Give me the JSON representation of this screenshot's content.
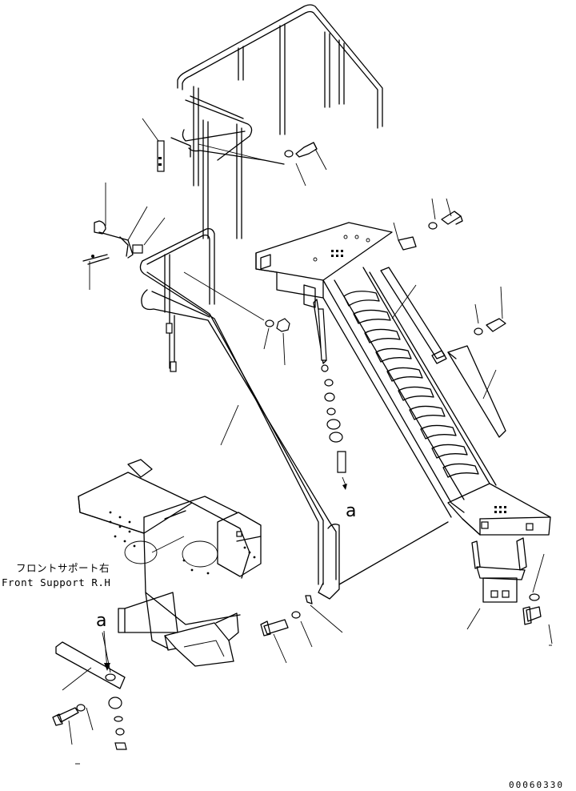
{
  "part_label": {
    "japanese": "フロントサポート右",
    "english": "Front Support R.H"
  },
  "view_marker": "a",
  "view_marker_arrow": "a",
  "drawing_code": "00060330"
}
